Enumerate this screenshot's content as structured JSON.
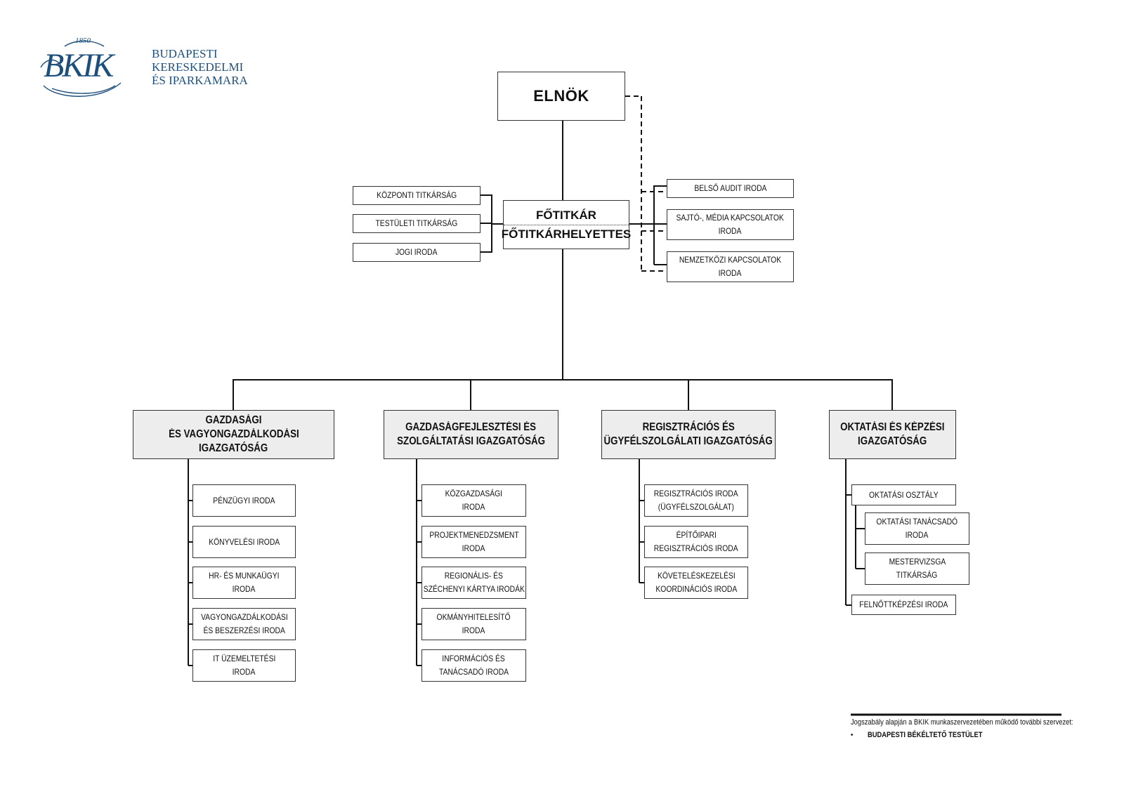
{
  "header": {
    "logo": {
      "monogram": "BKIK",
      "year": "1850"
    },
    "brand_lines": [
      "BUDAPESTI",
      "KERESKEDELMI",
      "ÉS IPARKAMARA"
    ]
  },
  "top": {
    "president": "ELNÖK",
    "secretary_general": "FŐTITKÁR",
    "deputy_secretary_general": "FŐTITKÁRHELYETTES"
  },
  "left_units": [
    "KÖZPONTI TITKÁRSÁG",
    "TESTÜLETI TITKÁRSÁG",
    "JOGI IRODA"
  ],
  "right_units": [
    [
      "BELSŐ AUDIT IRODA"
    ],
    [
      "SAJTÓ-, MÉDIA KAPCSOLATOK",
      "IRODA"
    ],
    [
      "NEMZETKÖZI KAPCSOLATOK",
      "IRODA"
    ]
  ],
  "directorates": [
    {
      "title": [
        "GAZDASÁGI",
        "ÉS VAGYONGAZDÁLKODÁSI",
        "IGAZGATÓSÁG"
      ],
      "units": [
        [
          "PÉNZÜGYI IRODA"
        ],
        [
          "KÖNYVELÉSI IRODA"
        ],
        [
          "HR- ÉS MUNKAÜGYI",
          "IRODA"
        ],
        [
          "VAGYONGAZDÁLKODÁSI",
          "ÉS BESZERZÉSI IRODA"
        ],
        [
          "IT ÜZEMELTETÉSI",
          "IRODA"
        ]
      ]
    },
    {
      "title": [
        "GAZDASÁGFEJLESZTÉSI ÉS",
        "SZOLGÁLTATÁSI IGAZGATÓSÁG"
      ],
      "units": [
        [
          "KÖZGAZDASÁGI",
          "IRODA"
        ],
        [
          "PROJEKTMENEDZSMENT",
          "IRODA"
        ],
        [
          "REGIONÁLIS- ÉS",
          "SZÉCHENYI KÁRTYA IRODÁK"
        ],
        [
          "OKMÁNYHITELESÍTŐ",
          "IRODA"
        ],
        [
          "INFORMÁCIÓS ÉS",
          "TANÁCSADÓ IRODA"
        ]
      ]
    },
    {
      "title": [
        "REGISZTRÁCIÓS ÉS",
        "ÜGYFÉLSZOLGÁLATI IGAZGATÓSÁG"
      ],
      "units": [
        [
          "REGISZTRÁCIÓS IRODA",
          "(ÜGYFÉLSZOLGÁLAT)"
        ],
        [
          "ÉPÍTŐIPARI",
          "REGISZTRÁCIÓS IRODA"
        ],
        [
          "KÖVETELÉSKEZELÉSI",
          "KOORDINÁCIÓS IRODA"
        ]
      ]
    },
    {
      "title": [
        "OKTATÁSI ÉS KÉPZÉSI",
        "IGAZGATÓSÁG"
      ],
      "units": [
        [
          "OKTATÁSI OSZTÁLY"
        ],
        [
          "OKTATÁSI TANÁCSADÓ",
          "IRODA"
        ],
        [
          "MESTERVIZSGA",
          "TITKÁRSÁG"
        ],
        [
          "FELNŐTTKÉPZÉSI IRODA"
        ]
      ]
    }
  ],
  "footnote": {
    "intro": "Jogszabály alapján a BKIK munkaszervezetében működő további szervezet:",
    "bullet": "•",
    "item": "BUDAPESTI BÉKÉLTETŐ TESTÜLET"
  },
  "colors": {
    "brand": "#1d4f7c",
    "line": "#111111",
    "directorate_fill": "#ededed"
  }
}
